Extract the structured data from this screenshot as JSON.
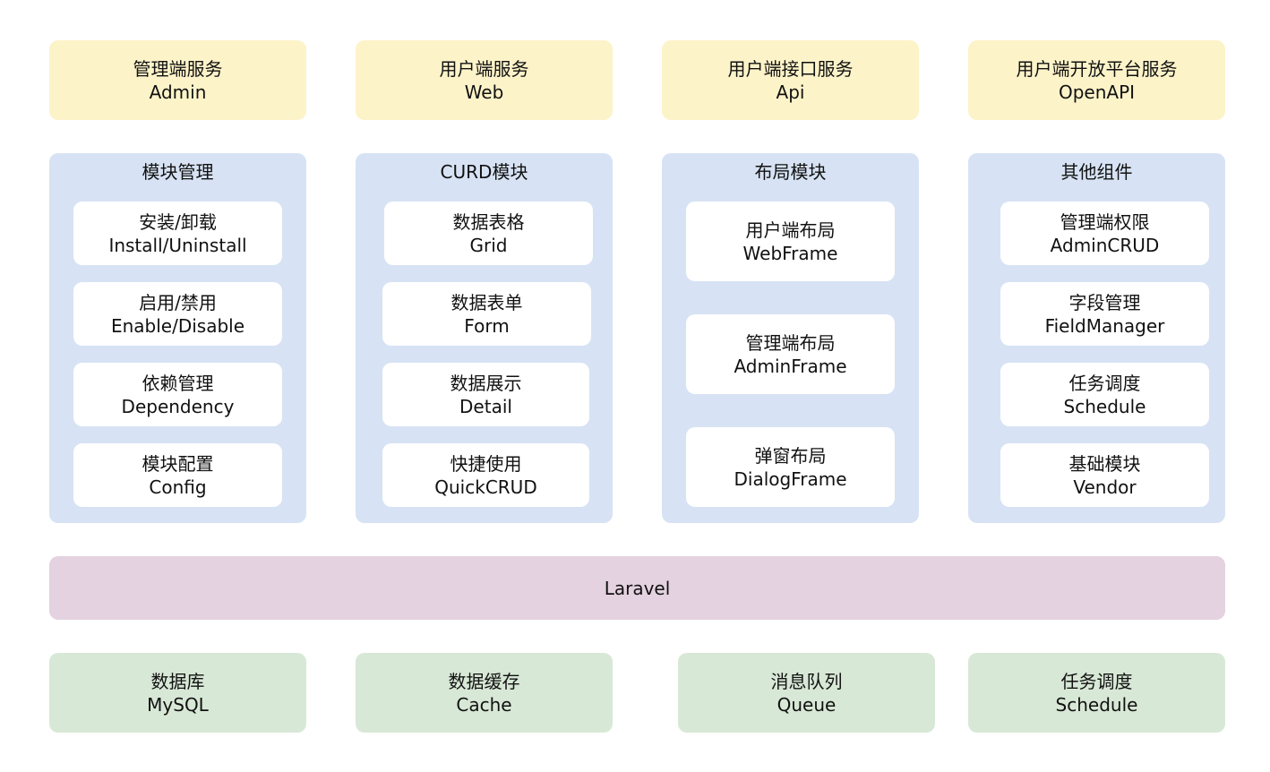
{
  "services": [
    {
      "cn": "管理端服务",
      "en": "Admin"
    },
    {
      "cn": "用户端服务",
      "en": "Web"
    },
    {
      "cn": "用户端接口服务",
      "en": "Api"
    },
    {
      "cn": "用户端开放平台服务",
      "en": "OpenAPI"
    }
  ],
  "groups": [
    {
      "title": "模块管理",
      "items": [
        {
          "cn": "安装/卸载",
          "en": "Install/Uninstall"
        },
        {
          "cn": "启用/禁用",
          "en": "Enable/Disable"
        },
        {
          "cn": "依赖管理",
          "en": "Dependency"
        },
        {
          "cn": "模块配置",
          "en": "Config"
        }
      ]
    },
    {
      "title": "CURD模块",
      "items": [
        {
          "cn": "数据表格",
          "en": "Grid"
        },
        {
          "cn": "数据表单",
          "en": "Form"
        },
        {
          "cn": "数据展示",
          "en": "Detail"
        },
        {
          "cn": "快捷使用",
          "en": "QuickCRUD"
        }
      ]
    },
    {
      "title": "布局模块",
      "items": [
        {
          "cn": "用户端布局",
          "en": "WebFrame"
        },
        {
          "cn": "管理端布局",
          "en": "AdminFrame"
        },
        {
          "cn": "弹窗布局",
          "en": "DialogFrame"
        }
      ]
    },
    {
      "title": "其他组件",
      "items": [
        {
          "cn": "管理端权限",
          "en": "AdminCRUD"
        },
        {
          "cn": "字段管理",
          "en": "FieldManager"
        },
        {
          "cn": "任务调度",
          "en": "Schedule"
        },
        {
          "cn": "基础模块",
          "en": "Vendor"
        }
      ]
    }
  ],
  "framework": {
    "label": "Laravel"
  },
  "infra": [
    {
      "cn": "数据库",
      "en": "MySQL"
    },
    {
      "cn": "数据缓存",
      "en": "Cache"
    },
    {
      "cn": "消息队列",
      "en": "Queue"
    },
    {
      "cn": "任务调度",
      "en": "Schedule"
    }
  ],
  "colors": {
    "service": "#fdf3c9",
    "group": "#d7e3f4",
    "framework": "#e4d2e0",
    "infra": "#d8e8d6",
    "item": "#ffffff"
  }
}
